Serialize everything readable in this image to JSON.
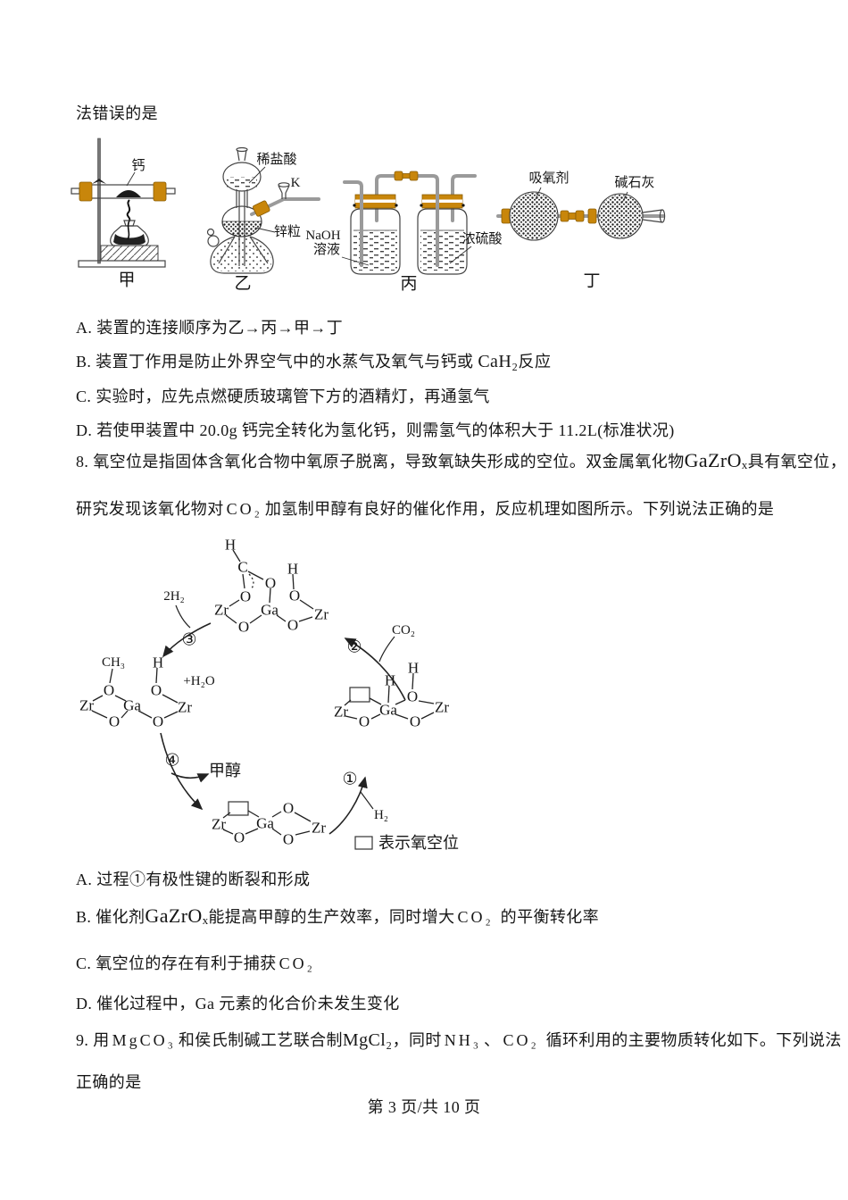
{
  "page": {
    "intro": "法错误的是",
    "footer": "第 3 页/共 10 页"
  },
  "apparatus": {
    "jia": {
      "label": "甲",
      "calcium": "钙"
    },
    "yi": {
      "label": "乙",
      "dilute_hcl": "稀盐酸",
      "stopcock": "K",
      "zinc": "锌粒"
    },
    "bing": {
      "label": "丙",
      "naoh_line1": "NaOH",
      "naoh_line2": "溶液",
      "conc_h2so4": "浓硫酸"
    },
    "ding": {
      "label": "丁",
      "oxygen_absorbent": "吸氧剂",
      "soda_lime": "碱石灰"
    }
  },
  "q7": {
    "options": [
      {
        "segments": [
          {
            "t": "A. 装置的连接顺序为乙→丙→甲→丁"
          }
        ]
      },
      {
        "segments": [
          {
            "t": "B. 装置丁作用是防止外界空气中的水蒸气及氧气与钙或 "
          },
          {
            "t": "CaH₂",
            "k": "fm"
          },
          {
            "t": "反应"
          }
        ]
      },
      {
        "segments": [
          {
            "t": "C. 实验时，应先点燃硬质玻璃管下方的酒精灯，再通氢气"
          }
        ]
      },
      {
        "segments": [
          {
            "t": "D. 若使甲装置中 20.0g 钙完全转化为氢化钙，则需氢气的体积大于 11.2L(标准状况)"
          }
        ]
      }
    ]
  },
  "q8": {
    "stem1": [
      {
        "t": "8. 氧空位是指固体含氧化合物中氧原子脱离，导致氧缺失形成的空位。双金属氧化物"
      },
      {
        "t": "GaZrOₓ",
        "k": "fmlg"
      },
      {
        "t": "具有氧空位，"
      }
    ],
    "stem2": [
      {
        "t": "研究发现该氧化物对"
      },
      {
        "t": "CO₂",
        "k": "fmsp"
      },
      {
        "t": "加氢制甲醇有良好的催化作用，反应机理如图所示。下列说法正确的是"
      }
    ],
    "options": [
      {
        "segments": [
          {
            "t": "A. 过程①有极性键的断裂和形成"
          }
        ]
      },
      {
        "segments": [
          {
            "t": "B. 催化剂"
          },
          {
            "t": "GaZrOₓ",
            "k": "fmlg"
          },
          {
            "t": "能提高甲醇的生产效率，同时增大"
          },
          {
            "t": "CO₂",
            "k": "fmsp"
          },
          {
            "t": " 的平衡转化率"
          }
        ]
      },
      {
        "segments": [
          {
            "t": "C. 氧空位的存在有利于捕获"
          },
          {
            "t": "CO₂",
            "k": "fmsp"
          }
        ]
      },
      {
        "segments": [
          {
            "t": "D. 催化过程中，Ga 元素的化合价未发生变化"
          }
        ]
      }
    ]
  },
  "mechanism": {
    "atoms": {
      "zr": "Zr",
      "ga": "Ga",
      "o": "O",
      "h": "H",
      "c": "C",
      "ch3": "CH₃"
    },
    "labels": {
      "h2x2": "2H₂",
      "h2o": "+H₂O",
      "co2": "CO₂",
      "h2": "H₂",
      "methanol": "甲醇",
      "legend": "表示氧空位",
      "step1": "①",
      "step2": "②",
      "step3": "③",
      "step4": "④"
    }
  },
  "q9": {
    "stem1": [
      {
        "t": "9. 用"
      },
      {
        "t": "MgCO₃",
        "k": "fmsp"
      },
      {
        "t": "和侯氏制碱工艺联合制"
      },
      {
        "t": "MgCl₂",
        "k": "fm"
      },
      {
        "t": "，同时"
      },
      {
        "t": "NH₃",
        "k": "fmsp"
      },
      {
        "t": "、"
      },
      {
        "t": "CO₂",
        "k": "fmsp"
      },
      {
        "t": " 循环利用的主要物质转化如下。下列说法"
      }
    ],
    "stem2": [
      {
        "t": "正确的是"
      }
    ]
  }
}
